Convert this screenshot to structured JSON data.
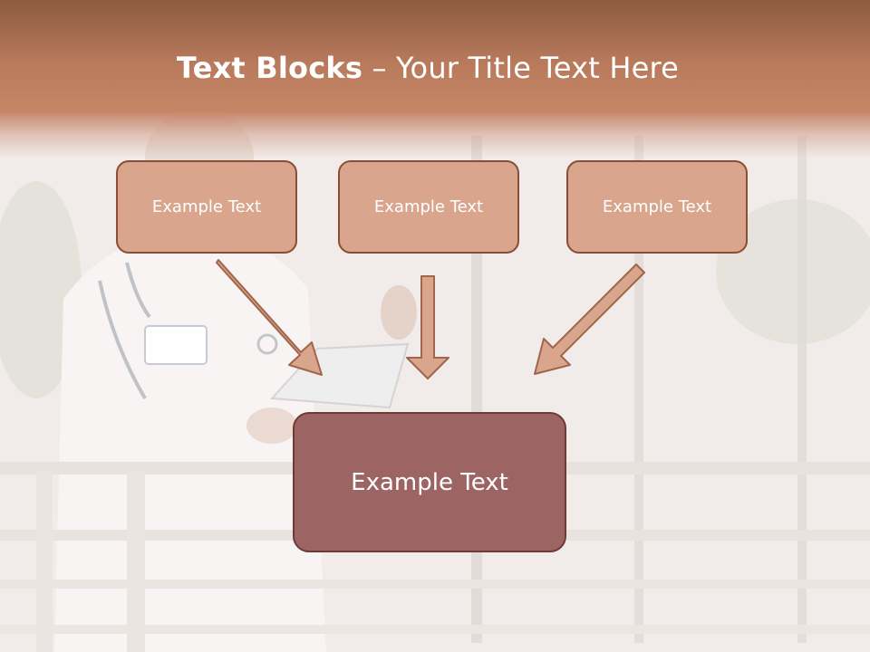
{
  "title": {
    "bold": "Text Blocks",
    "rest": " – Your Title Text Here"
  },
  "blocks": [
    {
      "label": "Example Text"
    },
    {
      "label": "Example Text"
    },
    {
      "label": "Example Text"
    }
  ],
  "main_block": {
    "label": "Example Text"
  },
  "colors": {
    "header": "#b97a5c",
    "small_box_fill": "#d9a58d",
    "small_box_border": "#8b4e33",
    "main_box_fill": "#9c6564",
    "arrow_fill": "#d9a58d"
  }
}
